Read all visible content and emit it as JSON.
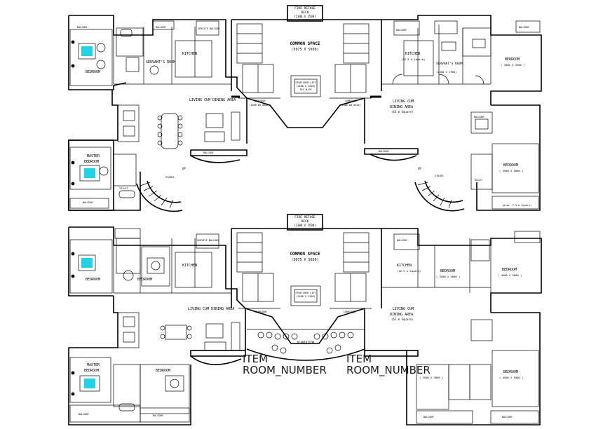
{
  "top_plan": {
    "fire_refuge": [
      "FIRE REFUGE",
      "DECK",
      "(2300 X 3500)"
    ],
    "common_space": "COMMON SPACE",
    "common_space_dim": "(5075 X 5050)",
    "lift": [
      "STRETCHER LIFT",
      "(2400 X 2200)",
      "SEC.W.ER"
    ],
    "corridor_left": "CORRIDOR",
    "corridor_right": "CORRIDOR",
    "corridor_dim": "(1500 mm Wide)",
    "left": {
      "balcony": "BALCONY",
      "servant_balcony": "SERVICE BALCONY",
      "bedroom": "BEDROOM",
      "servants_room": "SERVANT'S ROOM",
      "kitchen": "KITCHEN",
      "living": "LIVING CUM DINING AREA",
      "master_bedroom": [
        "MASTER",
        "BEDROOM"
      ],
      "toilet": "TOILET",
      "stairs": "STAIRS",
      "up": "UP"
    },
    "right": {
      "balcony": "BALCONY",
      "kitchen": "KITCHEN",
      "kitchen_area": "(16.5 m Square)",
      "servants_room": "SERVANT'S ROOM",
      "servants_dim": "(2500 X 2965)",
      "bedroom1": "BEDROOM",
      "bedroom1_dim": "( 4500 X 3500 )",
      "living": [
        "LIVING CUM",
        "DINING AREA",
        "(43 m Square)"
      ],
      "bedroom2": "BEDROOM",
      "bedroom2_dim": "( 4500 X 5000 )",
      "balcony_area": "(Area: 7.5 m Square)",
      "stairs": "STAIRS",
      "up": "UP",
      "toilet": "TOILET"
    }
  },
  "bottom_plan": {
    "fire_refuge": [
      "FIRE REFUGE",
      "DECK",
      "(2300 X 3500)"
    ],
    "common_space": "COMMON SPACE",
    "common_space_dim": "(5075 X 5050)",
    "lift": [
      "STRETCHER LIFT",
      "(2400 X 2200)"
    ],
    "corridor_left": "CORRIDOR",
    "corridor_right": "CORRIDOR",
    "plantation": "PLANTATION",
    "left": {
      "bedroom1": "BEDROOM",
      "bedroom2": "BEDROOM",
      "kitchen": "KITCHEN",
      "servant_balcony": "SERVICE BALCONY",
      "living": "LIVING CUM DINING AREA",
      "master_bedroom": [
        "MASTER",
        "BEDROOM"
      ],
      "bedroom3": "BEDROOM",
      "balcony": "BALCONY"
    },
    "right": {
      "kitchen": "KITCHEN",
      "kitchen_area": "(16.5 m Square)",
      "bedroom1": "BEDROOM",
      "bedroom1_dim": "( 3500 X 3000 )",
      "bedroom2": "BEDROOM",
      "bedroom2_dim": "( 4500 X 5000 )",
      "living": [
        "LIVING CUM",
        "DINING AREA",
        "(65 m Square)"
      ],
      "bedroom3_dim": "( 3500 X 3000 )",
      "bedroom4": "BEDROOM",
      "bedroom4_dim": "( 4500 X 5000 )",
      "balcony": "BALCONY"
    }
  },
  "annotations": [
    {
      "line1": "ITEM",
      "line2": "ROOM_NUMBER"
    },
    {
      "line1": "ITEM",
      "line2": "ROOM_NUMBER"
    }
  ]
}
